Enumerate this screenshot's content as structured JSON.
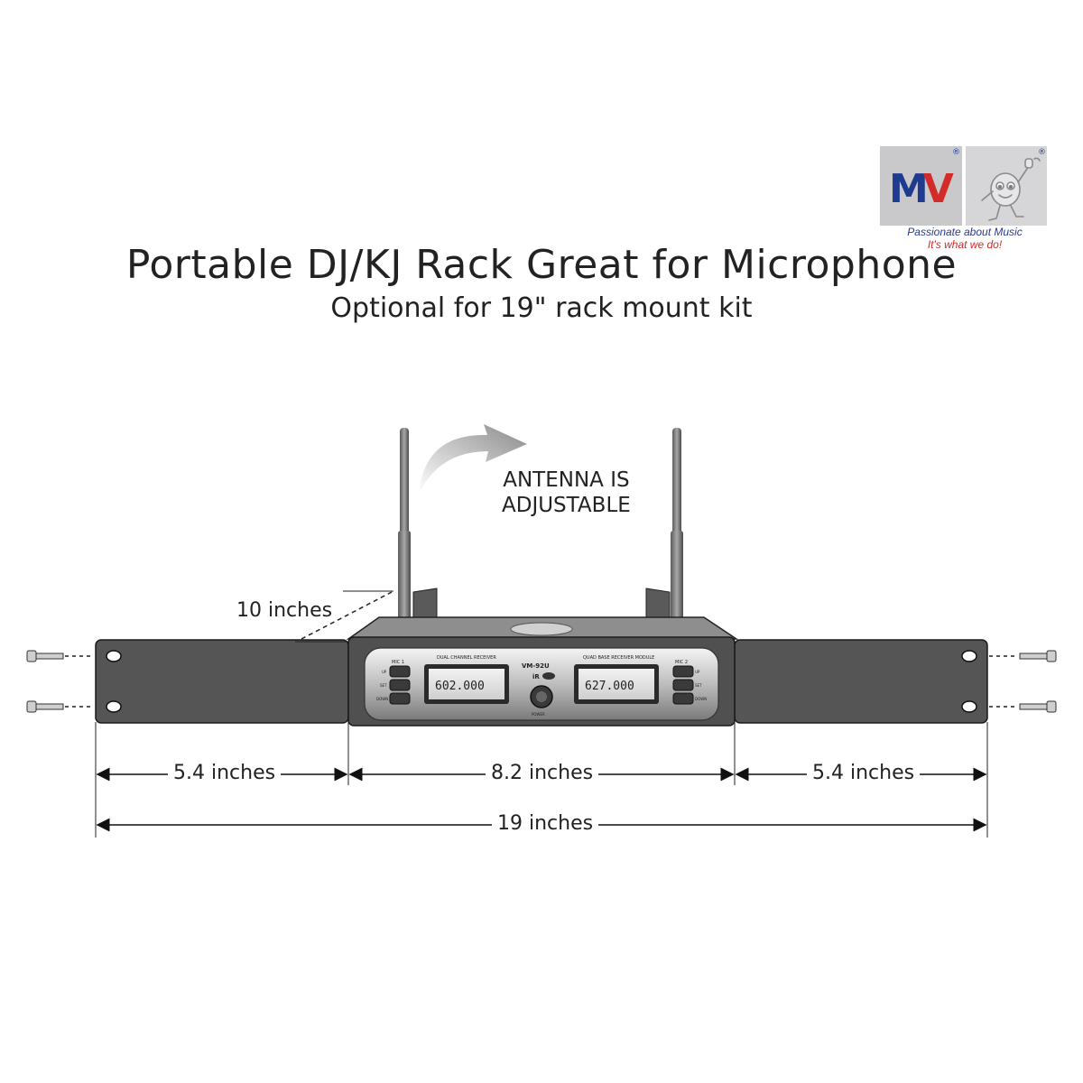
{
  "logo": {
    "mark_m": "M",
    "mark_v": "V",
    "registered": "®",
    "tagline_line1": "Passionate about Music",
    "tagline_line2": "It's what we do!",
    "brand_blue": "#1f3b8f",
    "brand_red": "#d32a2a"
  },
  "heading": {
    "title": "Portable DJ/KJ Rack Great for Microphone",
    "subtitle": "Optional for 19\" rack mount kit"
  },
  "callouts": {
    "antenna_line1": "ANTENNA IS",
    "antenna_line2": "ADJUSTABLE",
    "depth": "10 inches"
  },
  "dimensions": {
    "left_ear": "5.4 inches",
    "center_unit": "8.2 inches",
    "right_ear": "5.4 inches",
    "total_width": "19 inches"
  },
  "receiver": {
    "channel_label": "DUAL CHANNEL RECEIVER",
    "module_label": "QUAD BASE RECEIVER MODULE",
    "model": "VM-92U",
    "mic1_label": "MIC 1",
    "mic2_label": "MIC 2",
    "btn_up": "UP",
    "btn_set": "SET",
    "btn_down": "DOWN",
    "display1": "602.000",
    "display2": "627.000",
    "ir_label": "iR",
    "power_label": "POWER"
  }
}
